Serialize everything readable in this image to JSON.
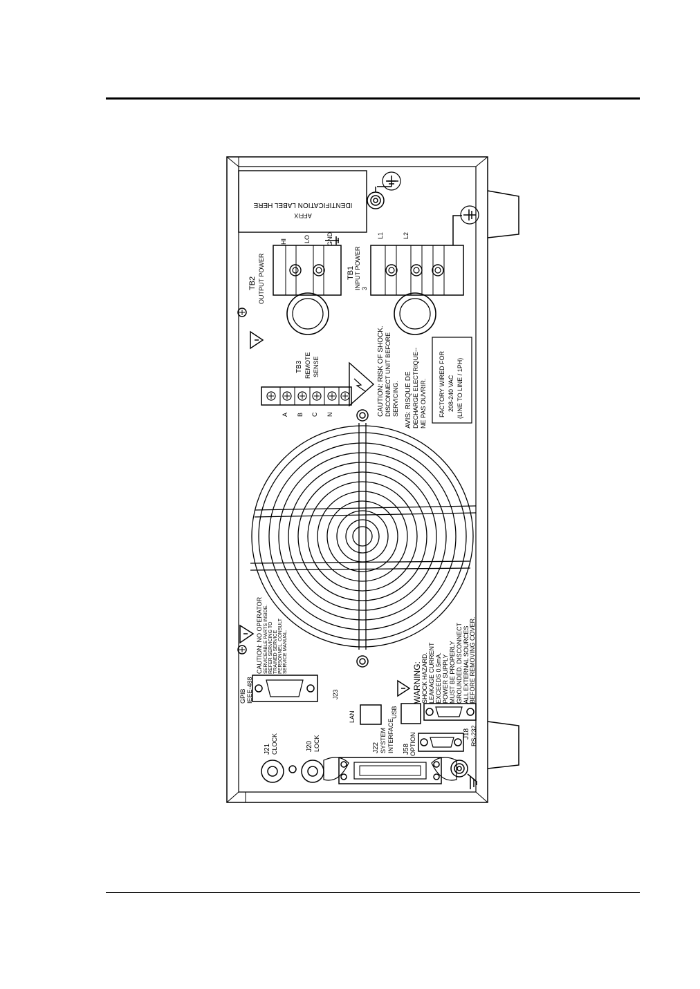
{
  "labels": {
    "id_affix": "AFFIX",
    "id_label": "IDENTIFICATION LABEL HERE",
    "tb2_name": "TB2",
    "tb2_desc": "OUTPUT POWER",
    "hi": "HI",
    "lo": "LO",
    "gnd": "GND",
    "l1": "L1",
    "l2": "L2",
    "tb1_name": "TB1",
    "tb1_desc": "INPUT POWER",
    "tb1_phase": "3",
    "tb3_name": "TB3",
    "tb3_remote": "REMOTE",
    "tb3_sense": "SENSE",
    "sense_a": "A",
    "sense_b": "B",
    "sense_c": "C",
    "sense_n": "N",
    "caution1_l1": "CAUTION: RISK OF SHOCK.",
    "caution1_l2": "DISCONNECT UNIT BEFORE",
    "caution1_l3": "SERVICING.",
    "avis_l1": "AVIS: RISQUE DE",
    "avis_l2": "DECHARGE ELECTRIQUE--",
    "avis_l3": "NE PAS OUVRIR.",
    "factory_l1": "FACTORY WIRED FOR",
    "factory_l2": "208-240 VAC",
    "factory_l3": "(LINE TO LINE / 1PH)",
    "caution2_l1": "CAUTION: NO OPERATOR",
    "caution2_l2": "SERVICEABLE PARTS INSIDE.",
    "caution2_l3": "REFER SERVICING TO",
    "caution2_l4": "TRAINED SERVICE",
    "caution2_l5": "PERSONNEL. CONSULT",
    "caution2_l6": "SERVICE MANUAL.",
    "gpib_l1": "GPIB",
    "gpib_l2": "IEEE-488",
    "j23": "J23",
    "warn_l1": "WARNING:",
    "warn_l2": "SHOCK HAZARD.",
    "warn_l3": "LEAKAGE CURRENT",
    "warn_l4": "EXCEEDS 0.5mA.",
    "warn_l5": "POWER SUPPLY",
    "warn_l6": "MUST BE PROPERLY",
    "warn_l7": "GROUNDED. DISCONNECT",
    "warn_l8": "ALL EXTERNAL SOURCES",
    "warn_l9": "BEFORE REMOVING COVER.",
    "lan": "LAN",
    "usb": "USB",
    "j21_l1": "J21",
    "j21_l2": "CLOCK",
    "j20_l1": "J20",
    "j20_l2": "LOCK",
    "j22_l1": "J22",
    "j22_l2": "SYSTEM",
    "j22_l3": "INTERFACE",
    "j58_l1": "J58",
    "j58_l2": "OPTION",
    "j18_l1": "J18",
    "j18_l2": "RS-232"
  }
}
